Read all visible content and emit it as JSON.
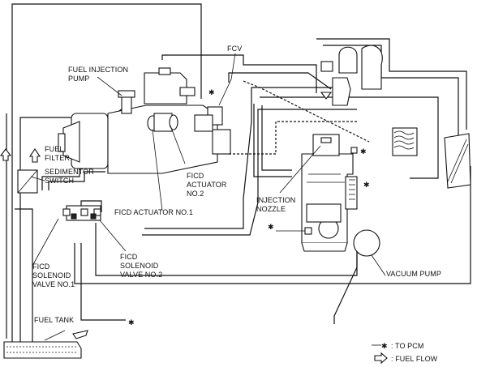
{
  "labels": {
    "fcv": "FCV",
    "fuel_injection_pump_1": "FUEL INJECTION",
    "fuel_injection_pump_2": "PUMP",
    "fuel_filter_1": "FUEL",
    "fuel_filter_2": "FILTER",
    "sedimentor_1": "SEDIMENTOR",
    "sedimentor_2": "SWITCH",
    "ficd_actuator_2_1": "FICD",
    "ficd_actuator_2_2": "ACTUATOR",
    "ficd_actuator_2_3": "NO.2",
    "ficd_actuator_1": "FICD ACTUATOR NO.1",
    "injection_nozzle_1": "INJECTION",
    "injection_nozzle_2": "NOZZLE",
    "solenoid_1_1": "FICD",
    "solenoid_1_2": "SOLENOID",
    "solenoid_1_3": "VALVE NO.1",
    "solenoid_2_1": "FICD",
    "solenoid_2_2": "SOLENOID",
    "solenoid_2_3": "VALVE NO.2",
    "vacuum_pump": "VACUUM PUMP",
    "fuel_tank": "FUEL TANK"
  },
  "legend": {
    "pcm_symbol": "✱",
    "pcm_text": ": TO PCM",
    "flow_text": ": FUEL FLOW"
  },
  "markers": {
    "star": "✱"
  }
}
